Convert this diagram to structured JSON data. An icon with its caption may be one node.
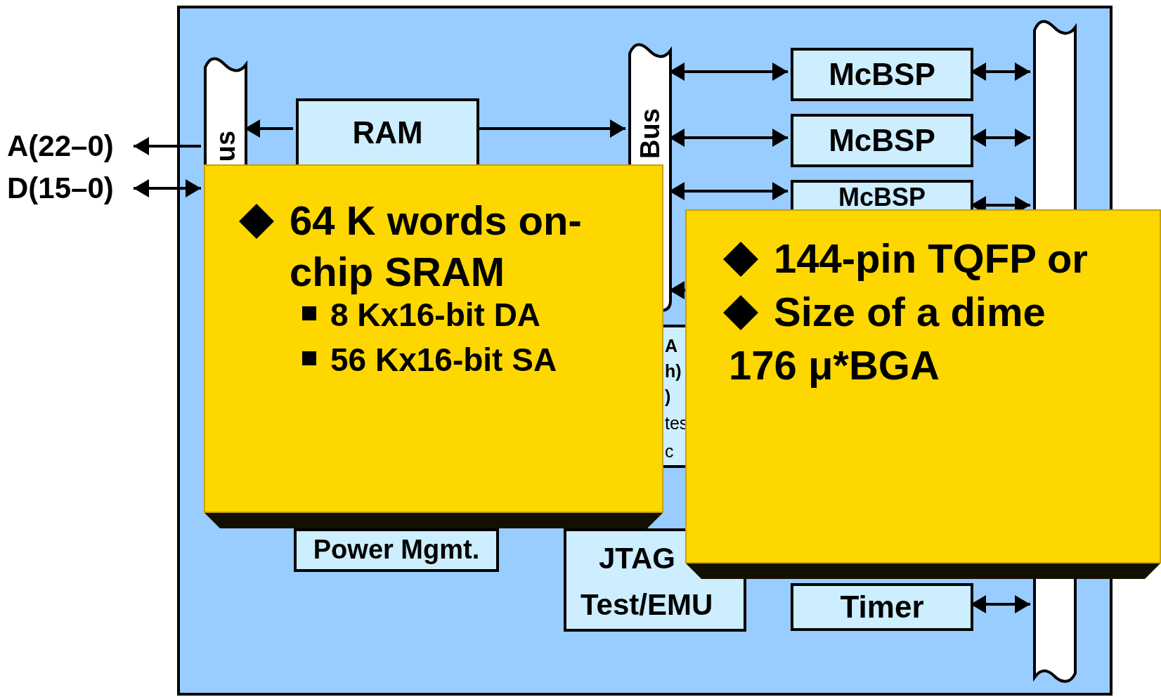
{
  "diagram": {
    "nodes": [
      {
        "text": [],
        "shape": "box"
      },
      {
        "text": [
          "A(22–0)"
        ]
      },
      {
        "text": [
          "D(15–0)"
        ]
      },
      {
        "text": [
          "us"
        ],
        "in": 0
      },
      {
        "text": [
          "RAM"
        ],
        "in": 0
      },
      {
        "text": [
          "Bus"
        ],
        "in": 0
      },
      {
        "text": [
          "McBSP"
        ],
        "in": 0
      },
      {
        "text": [
          "McBSP"
        ],
        "in": 0
      },
      {
        "text": [
          "McBSP"
        ],
        "in": 0
      },
      {
        "text": [],
        "shape": "bar",
        "in": 0
      },
      {
        "text": [
          "A",
          "h)",
          ")",
          "tes",
          "c"
        ],
        "in": 0
      },
      {
        "text": [
          "Power Mgmt."
        ],
        "in": 0
      },
      {
        "text": [
          "JTAG",
          "Test/EMU"
        ],
        "in": 0
      },
      {
        "text": [
          "Timer"
        ],
        "in": 0
      },
      {
        "text": [
          "64 K words on-chip SRAM",
          "8 Kx16-bit DA",
          "56 Kx16-bit SA"
        ],
        "in": 0
      },
      {
        "text": [
          "144-pin TQFP or",
          "Size of a dime",
          "176 μ*BGA"
        ]
      }
    ],
    "edges": [
      {
        "from": 3,
        "to": 1,
        "arrow": "to"
      },
      {
        "from": 2,
        "to": 3,
        "arrow": "both"
      },
      {
        "from": 4,
        "to": 3,
        "arrow": "to"
      },
      {
        "from": 4,
        "to": 5,
        "arrow": "to"
      },
      {
        "from": 5,
        "to": 6,
        "arrow": "both"
      },
      {
        "from": 5,
        "to": 7,
        "arrow": "both"
      },
      {
        "from": 5,
        "to": 8,
        "arrow": "both"
      },
      {
        "from": 6,
        "to": 9,
        "arrow": "both"
      },
      {
        "from": 7,
        "to": 9,
        "arrow": "both"
      },
      {
        "from": 8,
        "to": 9,
        "arrow": "both"
      },
      {
        "from": 15,
        "to": 5,
        "arrow": "to"
      },
      {
        "from": 13,
        "to": 9,
        "arrow": "both"
      }
    ]
  }
}
